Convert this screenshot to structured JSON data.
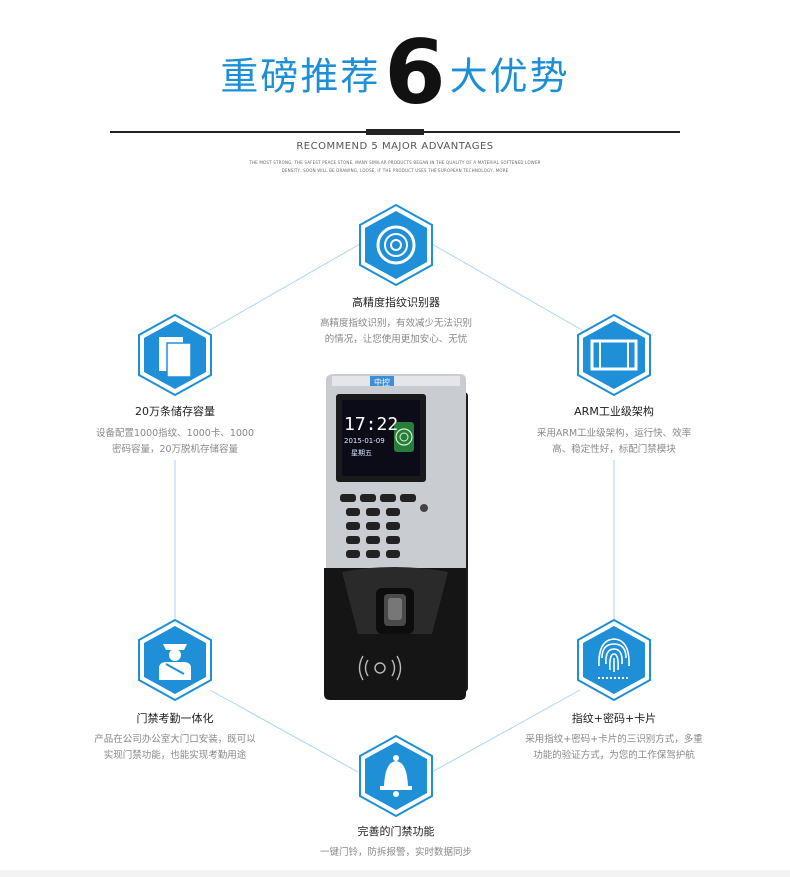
{
  "header": {
    "title_left": "重磅推荐",
    "title_number": "6",
    "title_right": "大优势",
    "subtitle": "RECOMMEND 5 MAJOR ADVANTAGES",
    "tiny_line1": "THE MOST STRONG, THE SAFEST PEACE STONE, MANY SIMILAR PRODUCTS BEGAN IN THE QUALITY OF A MATERIAL SOFTENED LOWER",
    "tiny_line2": "DENSITY, SOON WILL BE DRAWING, LOOSE, IF THE PRODUCT USES THE EUROPEAN TECHNOLOGY, MORE"
  },
  "device": {
    "brand": "中控",
    "time": "17:22",
    "date": "2015-01-09",
    "weekday": "星期五"
  },
  "features": [
    {
      "title": "高精度指纹识别器",
      "desc_lines": [
        "高精度指纹识别，有效减少无法识别",
        "的情况，让您使用更加安心、无忧"
      ],
      "icon": "fingerprint-target-icon"
    },
    {
      "title": "20万条储存容量",
      "desc_lines": [
        "设备配置1000指纹、1000卡、1000",
        "密码容量，20万脱机存储容量"
      ],
      "icon": "storage-papers-icon"
    },
    {
      "title": "ARM工业级架构",
      "desc_lines": [
        "采用ARM工业级架构，运行快、效率",
        "高、稳定性好，标配门禁模块"
      ],
      "icon": "arm-panel-icon"
    },
    {
      "title": "门禁考勤一体化",
      "desc_lines": [
        "产品在公司办公室大门口安装，既可以",
        "实现门禁功能，也能实现考勤用途"
      ],
      "icon": "guard-person-icon"
    },
    {
      "title": "指纹+密码+卡片",
      "desc_lines": [
        "采用指纹+密码+卡片的三识别方式，多重",
        "功能的验证方式，为您的工作保驾护航"
      ],
      "icon": "fingerprint-icon"
    },
    {
      "title": "完善的门禁功能",
      "desc_lines": [
        "一键门铃，防拆报警，实时数据同步"
      ],
      "icon": "bell-icon"
    }
  ],
  "colors": {
    "accent": "#1d8fd6",
    "hex_fill": "#1f8fd8",
    "line": "#9fd0ee"
  }
}
